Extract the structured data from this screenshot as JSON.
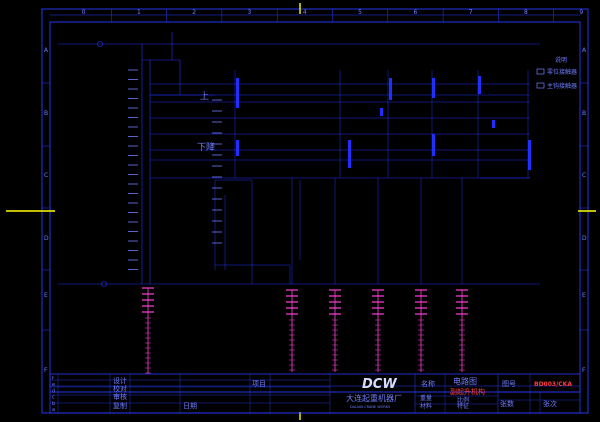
{
  "colors": {
    "background": "#000000",
    "frame": "#2a3cff",
    "wire": "#2233ee",
    "label": "#6f7dff",
    "contact": "#1f2fff",
    "terminal": "#ff3fd8",
    "accent_red": "#ff3b3b",
    "center_mark": "#ffff00",
    "title_text": "#6f7dff",
    "white": "#ffffff"
  },
  "grid": {
    "columns": [
      "0",
      "1",
      "2",
      "3",
      "4",
      "5",
      "6",
      "7",
      "8",
      "9"
    ],
    "rows": [
      "A",
      "B",
      "C",
      "D",
      "E",
      "F"
    ]
  },
  "labels": {
    "up": "上",
    "down": "下降"
  },
  "legend": [
    "说明",
    "零位接触器",
    "主钩接触器"
  ],
  "title_block": {
    "rev_letters": [
      "f",
      "e",
      "d",
      "c",
      "b",
      "a"
    ],
    "roles": [
      "设计",
      "校对",
      "审核",
      "复制"
    ],
    "item_label": "项目",
    "date_label": "日期",
    "logo": "DCW",
    "company": "大连起重机器厂",
    "company_en": "DALIAN CRANE WORKS",
    "name_label": "名称",
    "drawing_title": "电路图",
    "drawing_subtitle": "副起升机构",
    "scale_label": "比例",
    "weight_label": "重量",
    "material_label": "材料",
    "size_label": "特征",
    "drawing_no_label": "图号",
    "drawing_no": "BD003/CKA",
    "sheets_label": "张数",
    "sheet_no_label": "张次"
  }
}
